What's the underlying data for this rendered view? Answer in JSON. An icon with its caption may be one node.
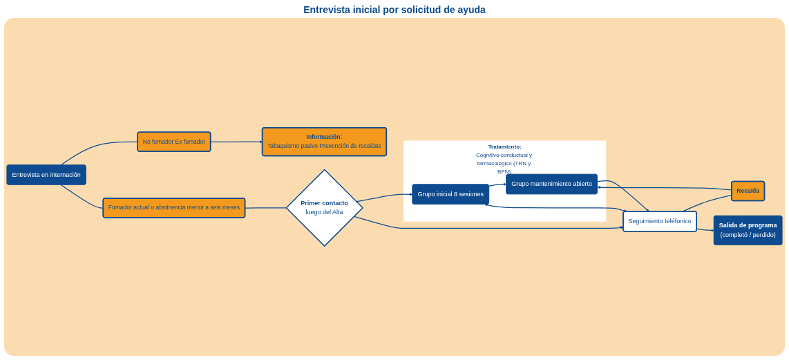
{
  "diagram": {
    "nodes": [
      {
        "text": [
          "Entrevista en internación"
        ]
      },
      {
        "text": [
          "No fumador Ex fumador"
        ]
      },
      {
        "text": [
          "Información:",
          "Tabaquismo pasivo Prevención de recaídas"
        ]
      },
      {
        "text": [
          "Fumador actual o abstinencia menor a seis meses"
        ]
      },
      {
        "text": [
          "Primer contacto",
          "luego del Alta"
        ]
      },
      {
        "text": [
          "Tratamiento:",
          "Cognitivo-conductual y farmacológico (TRN y BPN)."
        ]
      },
      {
        "text": [
          "Grupo inicial 8 sesiones"
        ],
        "in": 5
      },
      {
        "text": [
          "Salida de programa",
          "(completó / perdido)"
        ]
      },
      {
        "text": [
          "Seguimiento teléfonico"
        ]
      },
      {
        "text": [
          "Grupo mantenimiento abierto"
        ],
        "in": 5
      },
      {
        "text": [
          "Recaída"
        ]
      }
    ],
    "edges": [
      {
        "from": 0,
        "to": 1,
        "arrow": "none"
      },
      {
        "from": 1,
        "to": 2,
        "arrow": "to"
      },
      {
        "from": 0,
        "to": 3,
        "arrow": "none"
      },
      {
        "from": 3,
        "to": 4,
        "arrow": "none"
      },
      {
        "from": 4,
        "to": 6,
        "arrow": "to"
      },
      {
        "from": 4,
        "to": 8,
        "arrow": "to"
      },
      {
        "from": 8,
        "to": 6,
        "arrow": "both"
      },
      {
        "from": 6,
        "to": 9,
        "arrow": "to"
      },
      {
        "from": 9,
        "to": 8,
        "arrow": "to"
      },
      {
        "from": 8,
        "to": 10,
        "arrow": "none"
      },
      {
        "from": 10,
        "to": 9,
        "arrow": "to"
      },
      {
        "from": 8,
        "to": 7,
        "arrow": "to"
      }
    ],
    "labels": [
      "Entrevista inicial por solicitud de ayuda"
    ]
  }
}
